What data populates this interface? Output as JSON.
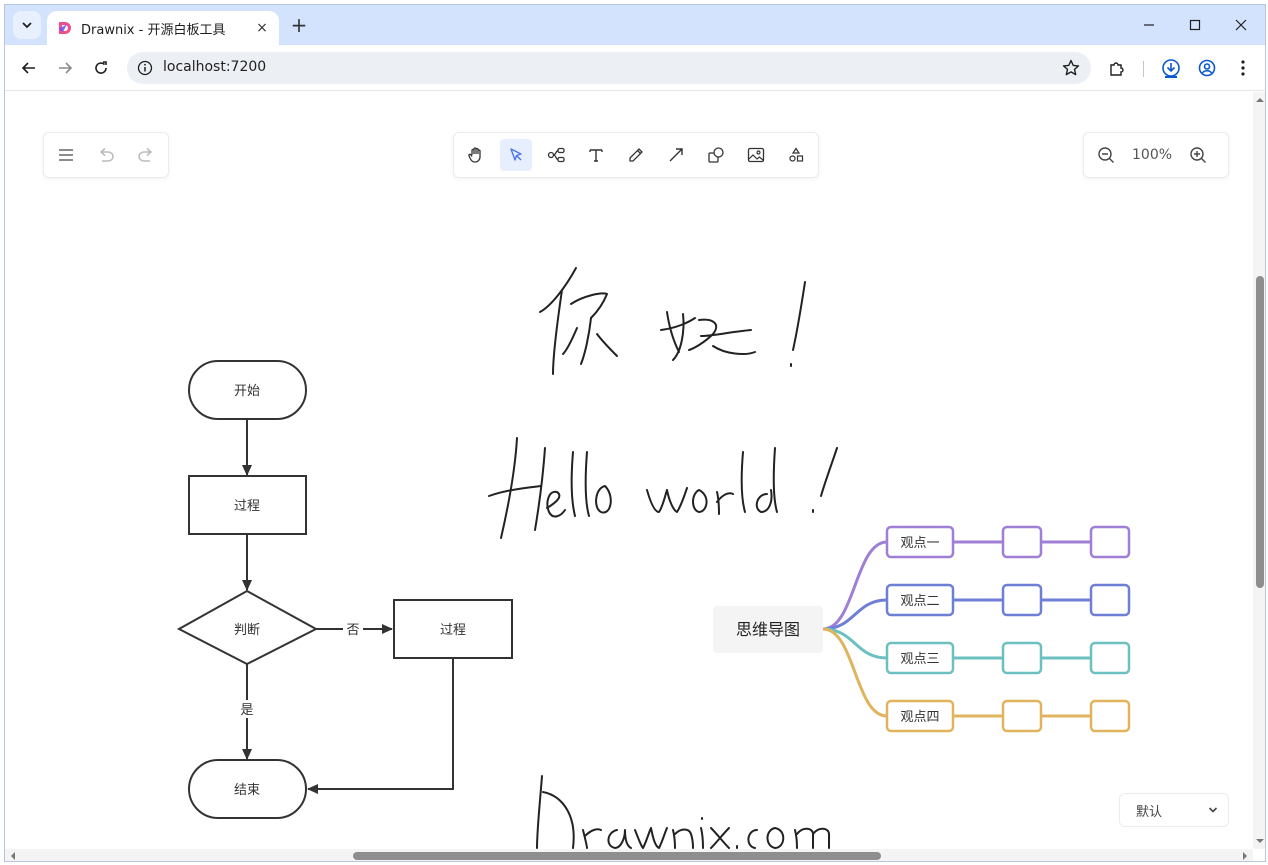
{
  "browser": {
    "tab_title": "Drawnix - 开源白板工具",
    "tab_close": "×",
    "new_tab": "+",
    "url": "localhost:7200"
  },
  "canvas": {
    "zoom": "100%",
    "theme_select": {
      "value": "默认"
    }
  },
  "flowchart": {
    "start": "开始",
    "process1": "过程",
    "decision": "判断",
    "branch_no": "否",
    "process2": "过程",
    "branch_yes": "是",
    "end": "结束"
  },
  "mindmap": {
    "root": "思维导图",
    "branches": [
      {
        "label": "观点一",
        "color": "#9f7fd6"
      },
      {
        "label": "观点二",
        "color": "#6e7fd6"
      },
      {
        "label": "观点三",
        "color": "#6cc0c0"
      },
      {
        "label": "观点四",
        "color": "#e0b45e"
      }
    ]
  },
  "handwriting": {
    "line1": "你 好 !",
    "line2": "Hello world !",
    "line3": "Drawnix.com"
  },
  "icons": {
    "tab_search": "chevron-down-icon",
    "favicon": "drawnix-logo-icon",
    "back": "arrow-left-icon",
    "forward": "arrow-right-icon",
    "reload": "reload-icon",
    "site_info": "info-icon",
    "bookmark": "star-icon",
    "extensions": "puzzle-icon",
    "download": "download-icon",
    "profile": "profile-icon",
    "menu": "more-vertical-icon",
    "app_menu": "hamburger-icon",
    "undo": "undo-icon",
    "redo": "redo-icon",
    "hand": "hand-icon",
    "select": "pointer-icon",
    "mind": "mindmap-icon",
    "text": "text-icon",
    "pen": "pen-icon",
    "arrow": "arrow-line-icon",
    "shape": "shape-icon",
    "image": "image-icon",
    "extra": "extra-tools-icon",
    "zoom_out": "zoom-out-icon",
    "zoom_in": "zoom-in-icon"
  }
}
